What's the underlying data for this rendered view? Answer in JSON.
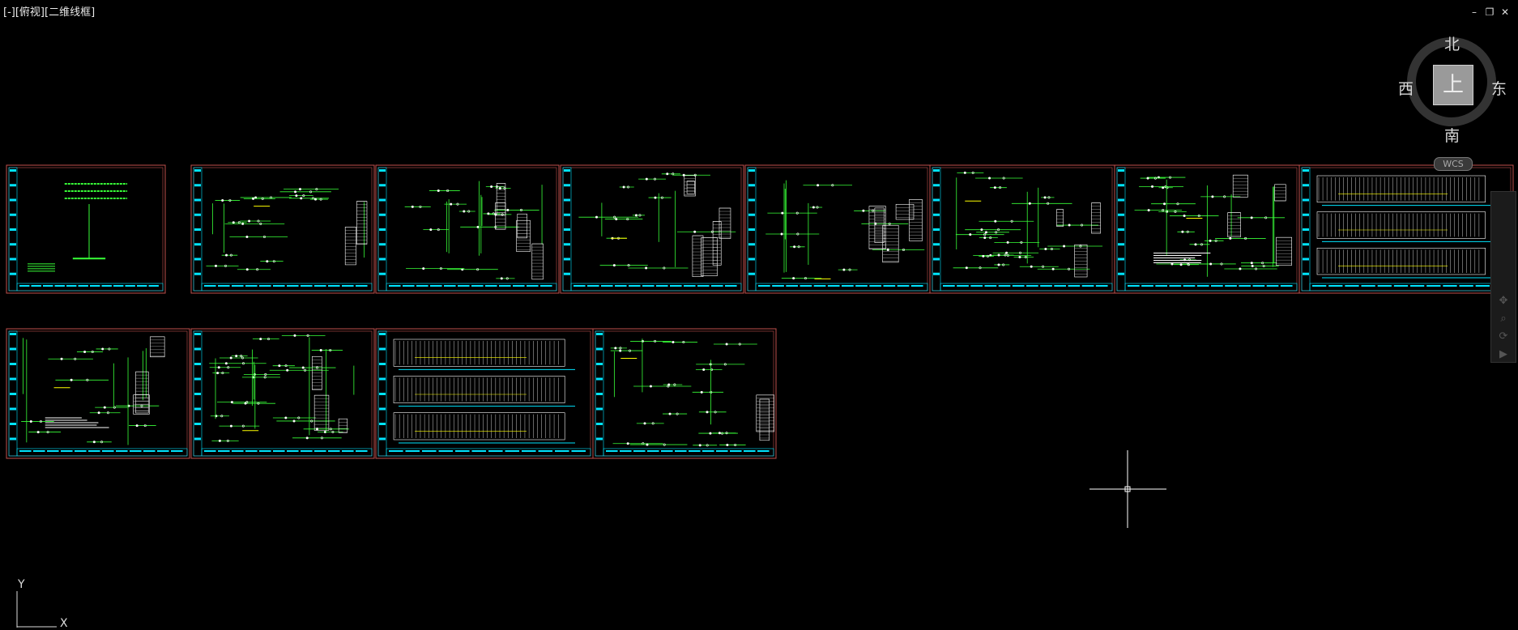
{
  "viewport": {
    "label_parts": [
      "[-]",
      "[俯视]",
      "[二维线框]"
    ]
  },
  "window_controls": {
    "minimize_glyph": "–",
    "restore_glyph": "❐",
    "close_glyph": "✕"
  },
  "viewcube": {
    "north": "北",
    "south": "南",
    "east": "东",
    "west": "西",
    "face": "上",
    "wcs": "WCS"
  },
  "ucs": {
    "y_label": "Y",
    "x_label": "X"
  },
  "colors": {
    "background": "#000000",
    "sheet_border": "#c0504d",
    "title_block": "#00e5ff",
    "circuit_lines": "#38ff38",
    "symbols": "#ffffff",
    "highlight": "#ffff00"
  },
  "drawing_sheets": {
    "row1_count": 8,
    "row2_count": 4
  },
  "navigation_bar_icons": [
    "pan-icon",
    "zoom-icon",
    "orbit-icon",
    "showmotion-icon"
  ]
}
